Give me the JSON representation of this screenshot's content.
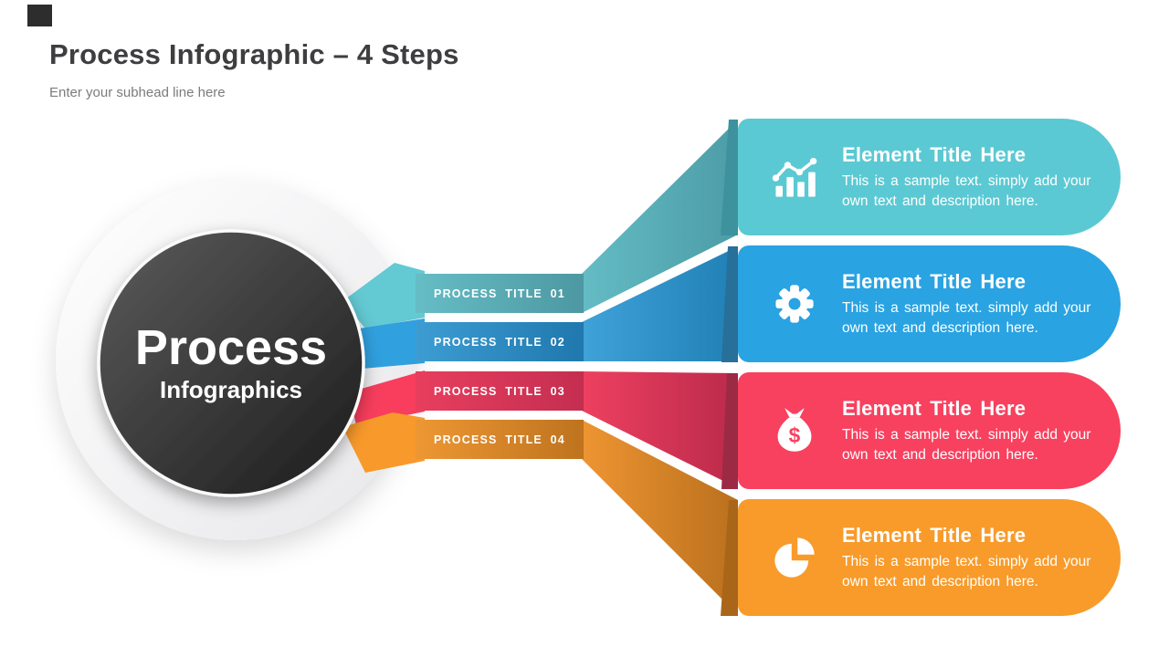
{
  "slide": {
    "accent_block_color": "#2d2d2d",
    "title": "Process Infographic – 4 Steps",
    "subtitle": "Enter your subhead line here"
  },
  "center_badge": {
    "title": "Process",
    "subtitle": "Infographics",
    "outer_color": "#ececef",
    "inner_gradient_start": "#5c5c5c",
    "inner_gradient_end": "#1b1b1b"
  },
  "steps": [
    {
      "bar_label": "PROCESS TITLE 01",
      "card_title": "Element Title Here",
      "card_description": "This is a sample text. simply add your own text and description here.",
      "icon": "bar-line-chart-icon",
      "colors": {
        "card": "#5bc9d3",
        "bar_start": "#66bdc5",
        "bar_end": "#4d98a2",
        "connector_start": "#64bcc5",
        "connector_end": "#4c9ca6",
        "wedge": "#63c9d3",
        "fold": "#3d929d"
      }
    },
    {
      "bar_label": "PROCESS TITLE 02",
      "card_title": "Element Title Here",
      "card_description": "This is a sample text. simply add your own text and description here.",
      "icon": "gear-icon",
      "colors": {
        "card": "#29a3e2",
        "bar_start": "#3d9dd2",
        "bar_end": "#1f78ae",
        "connector_start": "#3fa2d8",
        "connector_end": "#2080b6",
        "wedge": "#30a0de",
        "fold": "#26709a"
      }
    },
    {
      "bar_label": "PROCESS TITLE 03",
      "card_title": "Element Title Here",
      "card_description": "This is a sample text. simply add your own text and description here.",
      "icon": "money-bag-icon",
      "colors": {
        "card": "#f8415f",
        "bar_start": "#e83e5e",
        "bar_end": "#c42e50",
        "connector_start": "#ee4060",
        "connector_end": "#bb2a4b",
        "wedge": "#f83d5d",
        "fold": "#9c2a44"
      }
    },
    {
      "bar_label": "PROCESS TITLE 04",
      "card_title": "Element Title Here",
      "card_description": "This is a sample text. simply add your own text and description here.",
      "icon": "pie-chart-icon",
      "colors": {
        "card": "#f89b2b",
        "bar_start": "#ed9733",
        "bar_end": "#be731e",
        "connector_start": "#ee9532",
        "connector_end": "#ba701d",
        "wedge": "#f8992b",
        "fold": "#a96619"
      }
    }
  ]
}
